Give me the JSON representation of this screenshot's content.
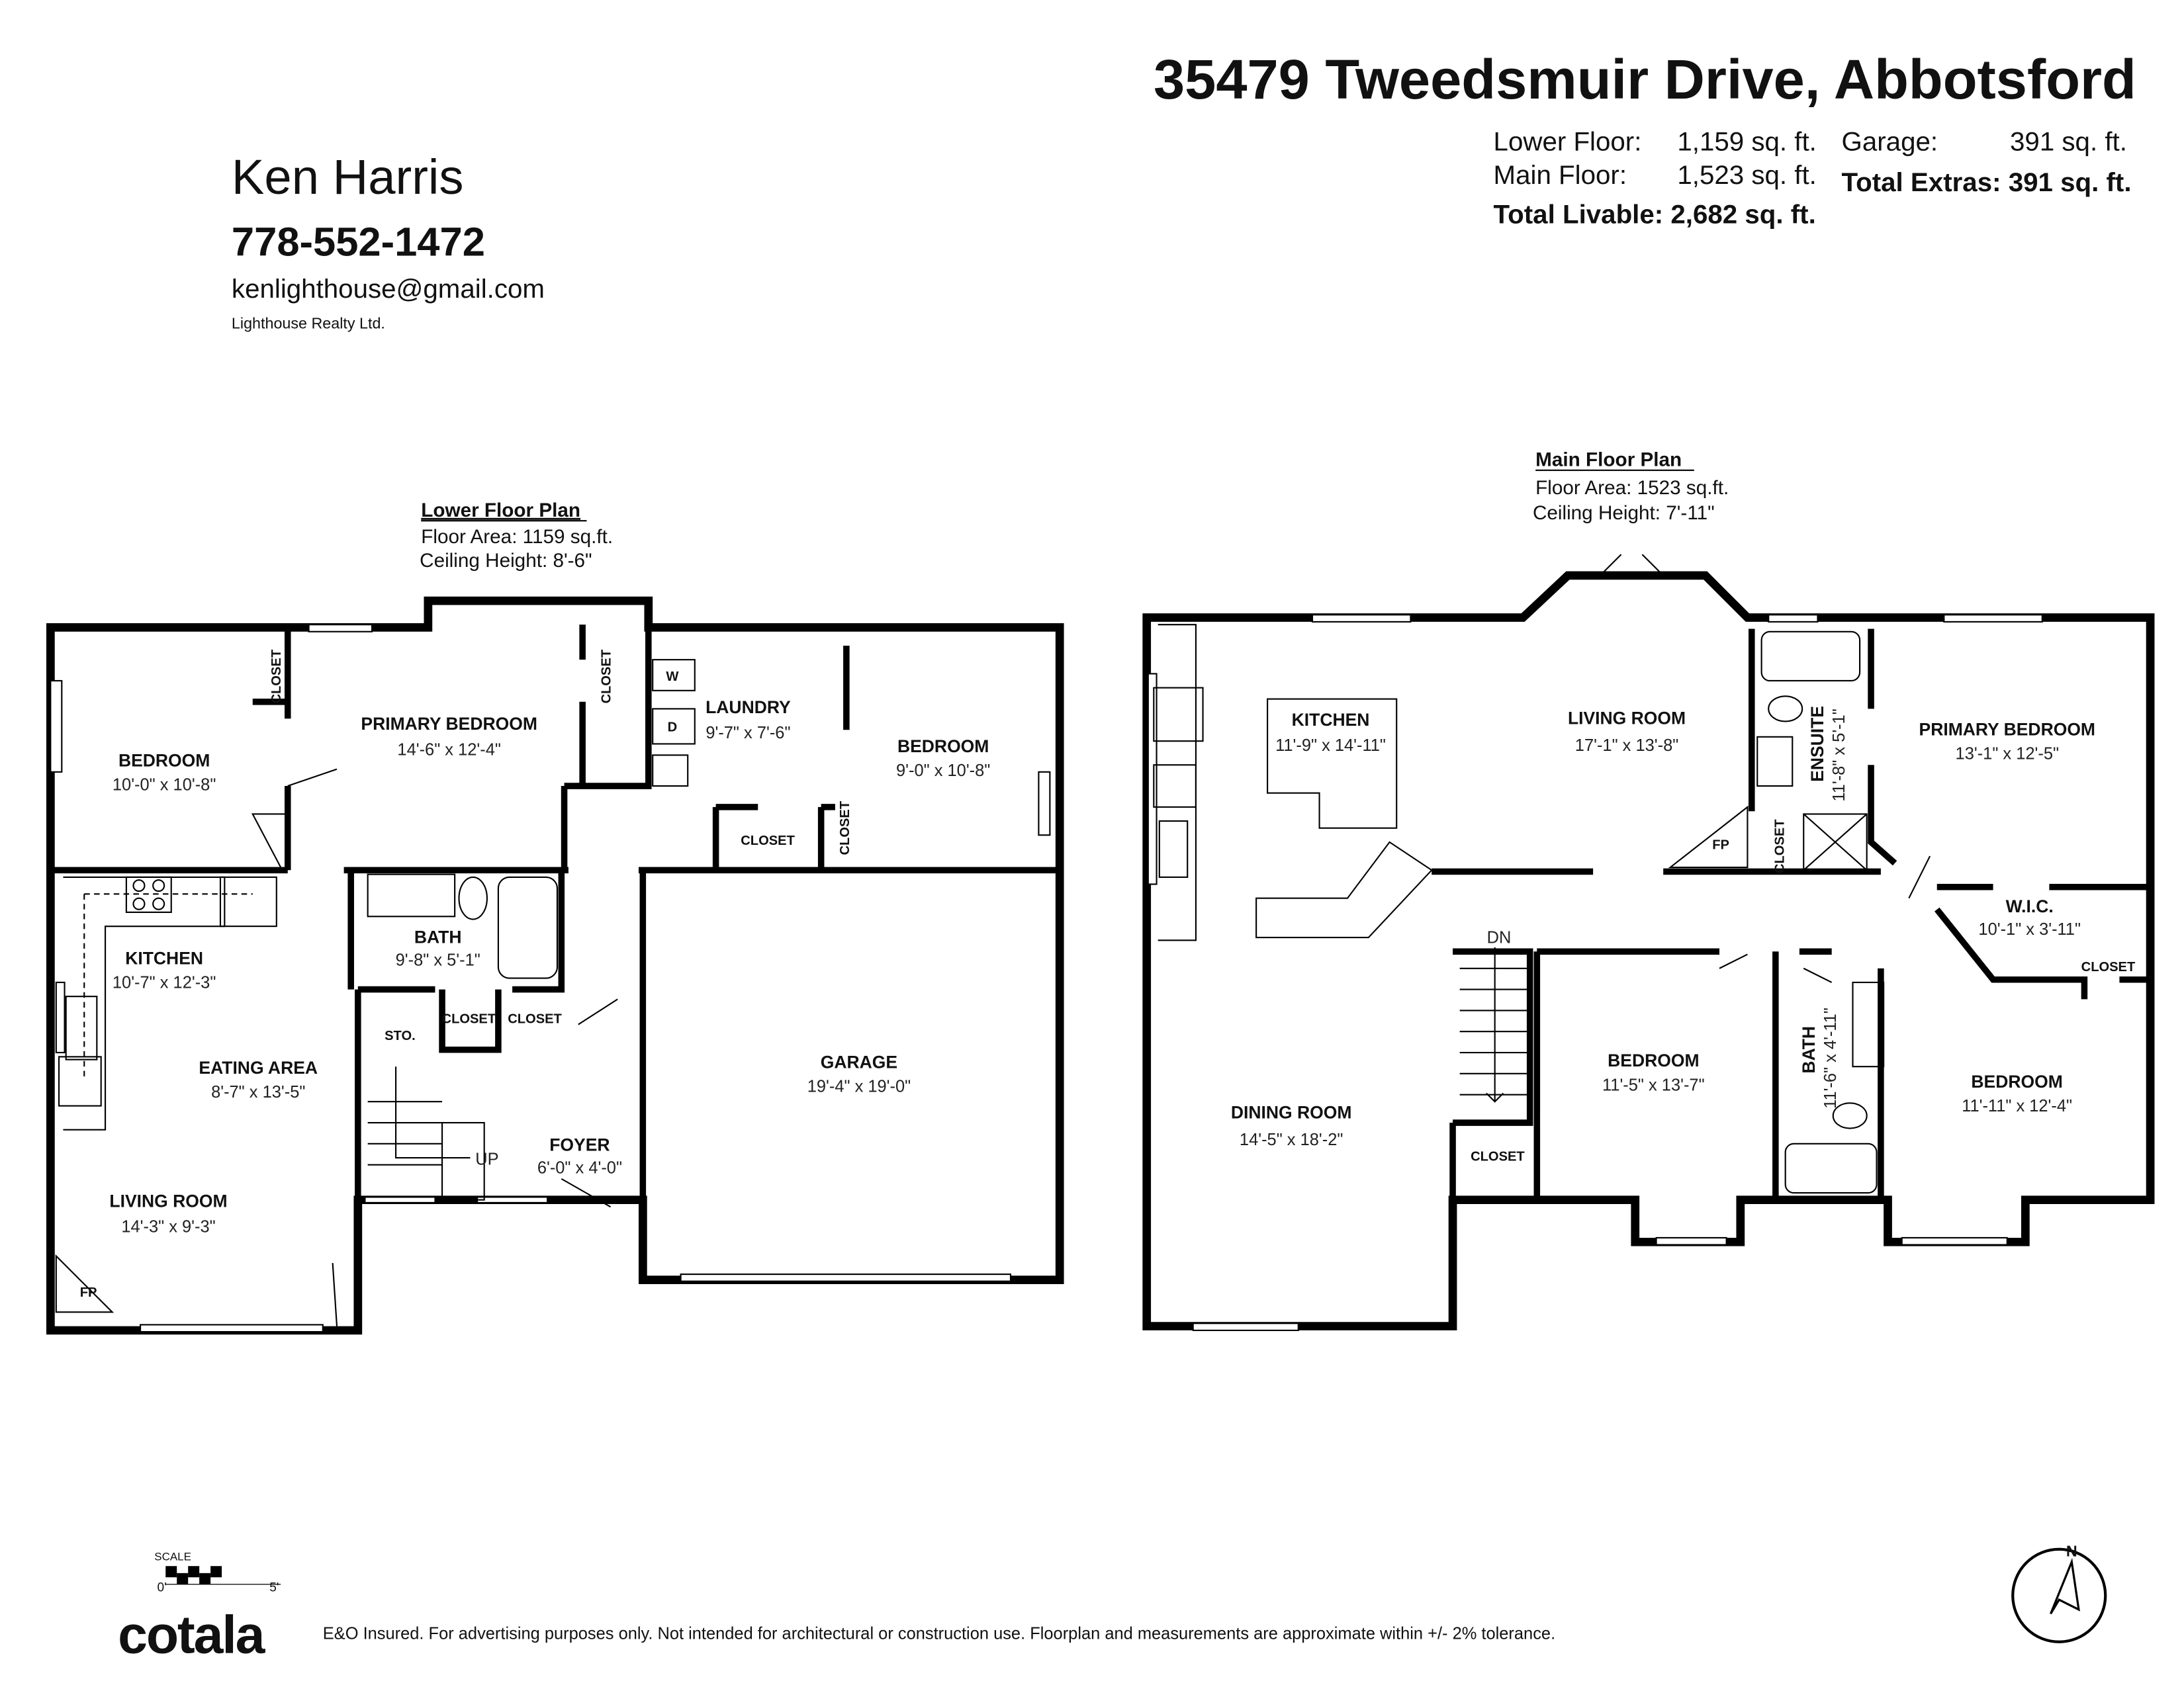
{
  "property": {
    "address": "35479 Tweedsmuir Drive, Abbotsford",
    "stats": {
      "lower_floor_label": "Lower Floor:",
      "lower_floor_value": "1,159 sq. ft.",
      "main_floor_label": "Main Floor:",
      "main_floor_value": "1,523 sq. ft.",
      "total_livable": "Total Livable: 2,682 sq. ft.",
      "garage_label": "Garage:",
      "garage_value": "391 sq. ft.",
      "total_extras": "Total Extras: 391 sq. ft."
    }
  },
  "agent": {
    "name": "Ken Harris",
    "phone": "778-552-1472",
    "email": "kenlighthouse@gmail.com",
    "brokerage": "Lighthouse Realty Ltd."
  },
  "lower_plan": {
    "title": "Lower Floor Plan",
    "floor_area": "Floor Area: 1159 sq.ft.",
    "ceiling_height": "Ceiling Height: 8'-6\"",
    "rooms": [
      {
        "name": "BEDROOM",
        "dims": "10'-0\" x 10'-8\""
      },
      {
        "name": "PRIMARY BEDROOM",
        "dims": "14'-6\" x 12'-4\""
      },
      {
        "name": "LAUNDRY",
        "dims": "9'-7\" x 7'-6\""
      },
      {
        "name": "BEDROOM",
        "dims": "9'-0\" x 10'-8\""
      },
      {
        "name": "KITCHEN",
        "dims": "10'-7\" x 12'-3\""
      },
      {
        "name": "BATH",
        "dims": "9'-8\" x 5'-1\""
      },
      {
        "name": "EATING AREA",
        "dims": "8'-7\" x 13'-5\""
      },
      {
        "name": "GARAGE",
        "dims": "19'-4\" x 19'-0\""
      },
      {
        "name": "FOYER",
        "dims": "6'-0\" x 4'-0\""
      },
      {
        "name": "LIVING ROOM",
        "dims": "14'-3\" x 9'-3\""
      }
    ],
    "small_labels": {
      "closet": "CLOSET",
      "storage": "STO.",
      "fireplace": "FP",
      "up": "UP",
      "washer": "W",
      "dryer": "D"
    }
  },
  "main_plan": {
    "title": "Main Floor Plan",
    "floor_area": "Floor Area: 1523 sq.ft.",
    "ceiling_height": "Ceiling Height: 7'-11\"",
    "rooms": [
      {
        "name": "KITCHEN",
        "dims": "11'-9\" x 14'-11\""
      },
      {
        "name": "LIVING ROOM",
        "dims": "17'-1\" x 13'-8\""
      },
      {
        "name": "ENSUITE",
        "dims": "11'-8\" x 5'-1\""
      },
      {
        "name": "PRIMARY BEDROOM",
        "dims": "13'-1\" x 12'-5\""
      },
      {
        "name": "W.I.C.",
        "dims": "10'-1\" x 3'-11\""
      },
      {
        "name": "BEDROOM",
        "dims": "11'-5\" x 13'-7\""
      },
      {
        "name": "BATH",
        "dims": "11'-6\" x 4'-11\""
      },
      {
        "name": "BEDROOM",
        "dims": "11'-11\" x 12'-4\""
      },
      {
        "name": "DINING ROOM",
        "dims": "14'-5\" x 18'-2\""
      }
    ],
    "small_labels": {
      "closet": "CLOSET",
      "fireplace": "FP",
      "down": "DN"
    }
  },
  "footer": {
    "scale_label": "SCALE",
    "scale_start": "0'",
    "scale_end": "5'",
    "logo": "cotala",
    "disclaimer": "E&O Insured. For advertising purposes only. Not intended for architectural or construction use. Floorplan and measurements are approximate within +/- 2% tolerance.",
    "compass": "N"
  }
}
